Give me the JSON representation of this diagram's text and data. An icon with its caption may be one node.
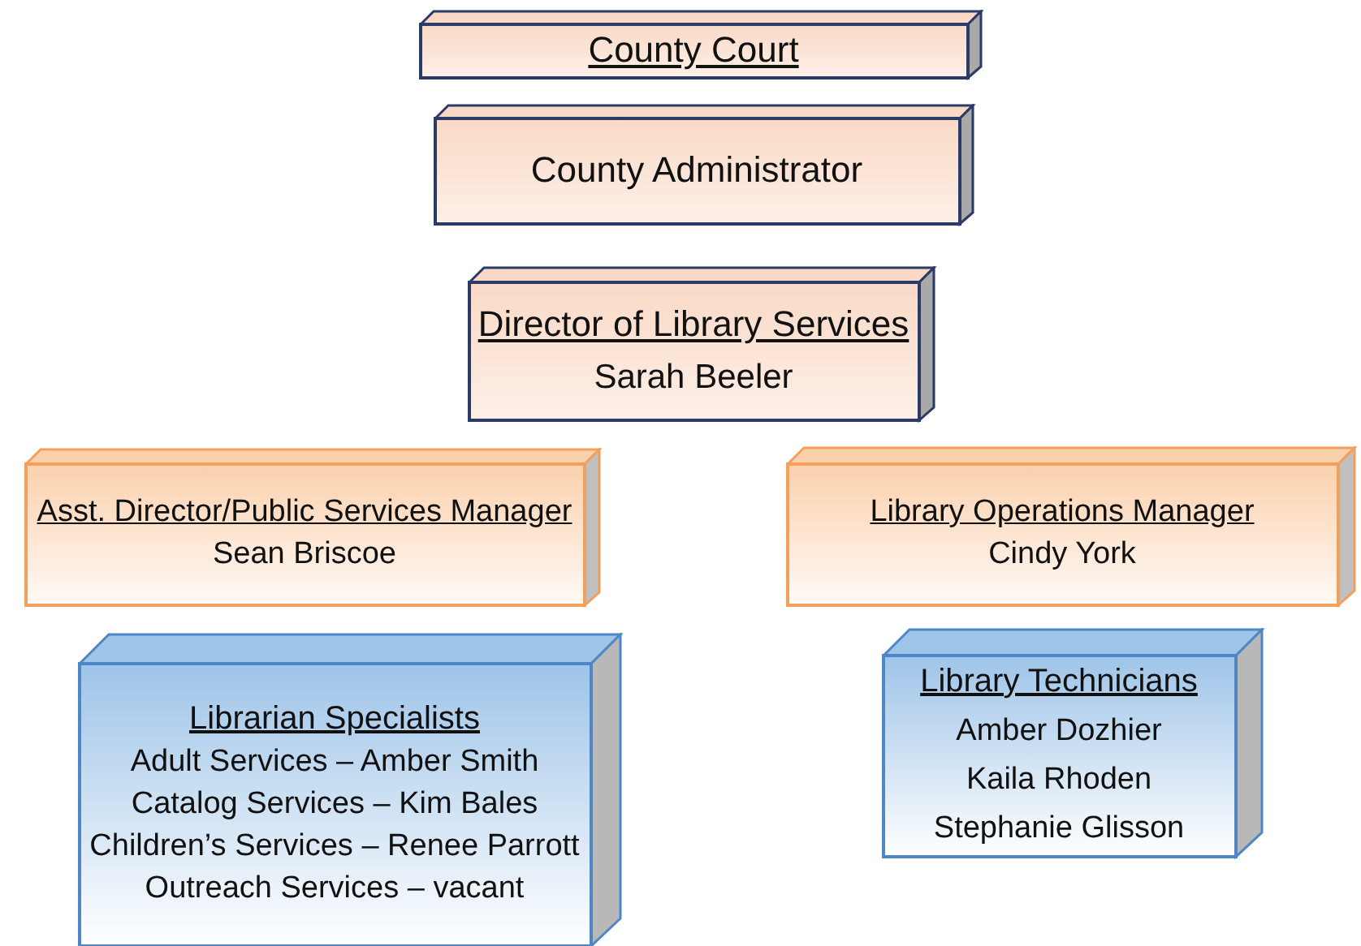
{
  "diagram": {
    "nodes": [
      {
        "text": [
          "County Court"
        ]
      },
      {
        "text": [
          "County Administrator"
        ]
      },
      {
        "text": [
          "Director of Library Services",
          "Sarah Beeler"
        ]
      },
      {
        "text": [
          "Asst. Director/Public Services Manager",
          "Sean Briscoe"
        ]
      },
      {
        "text": [
          "Library Operations Manager",
          "Cindy York"
        ]
      },
      {
        "text": [
          "Librarian Specialists",
          "Adult Services – Amber Smith",
          "Catalog Services – Kim Bales",
          "Children’s Services – Renee Parrott",
          "Outreach Services – vacant"
        ]
      },
      {
        "text": [
          "Library Technicians",
          "Amber Dozhier",
          "Kaila Rhoden",
          "Stephanie Glisson"
        ]
      }
    ],
    "edges": []
  }
}
